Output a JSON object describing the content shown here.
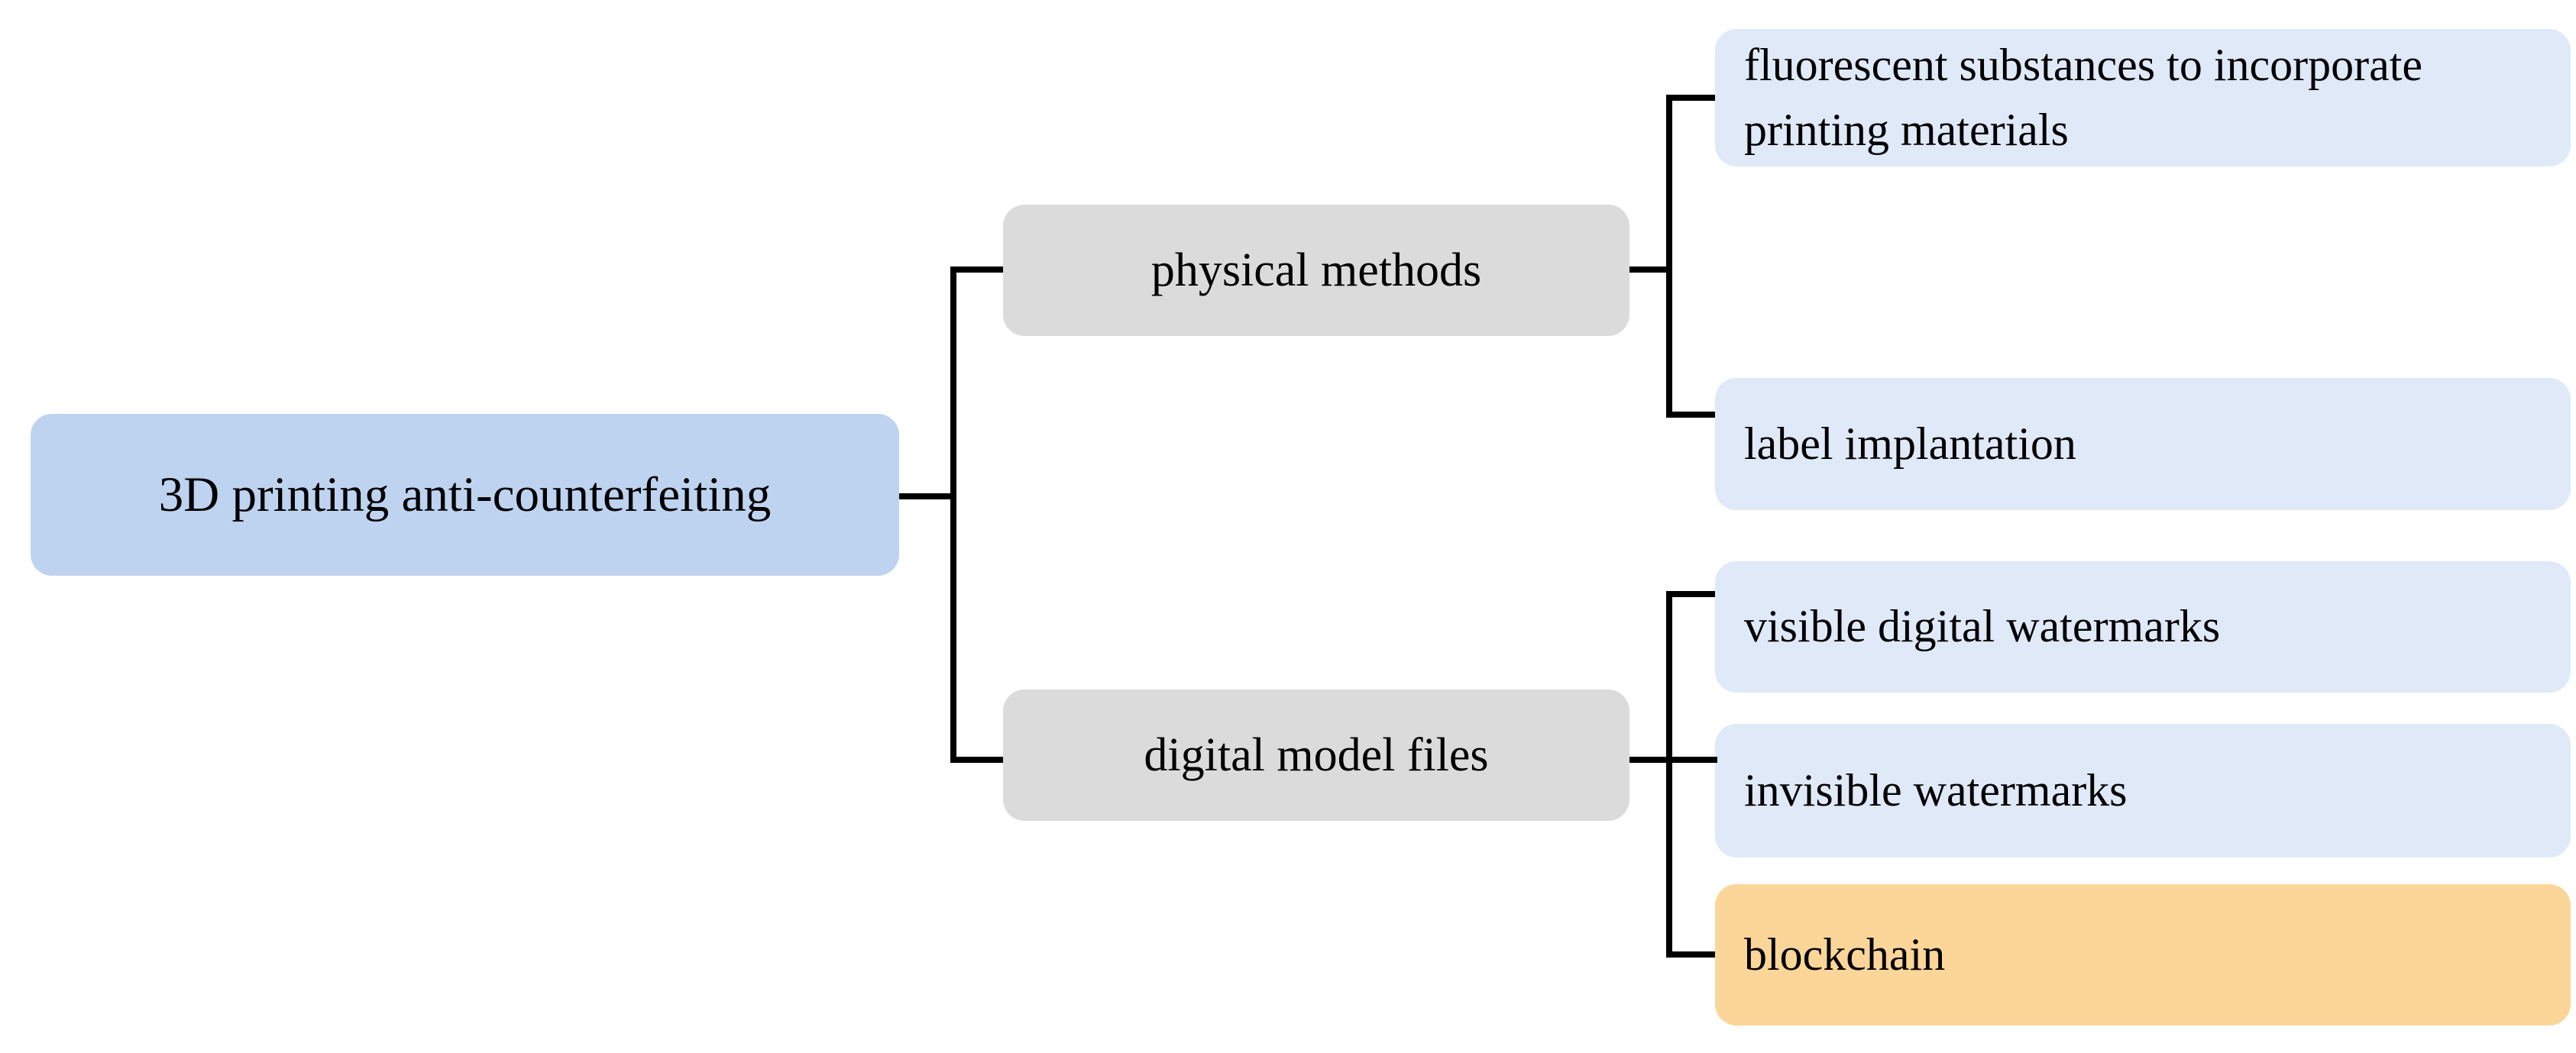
{
  "colors": {
    "root_fill": "#BED3F0",
    "branch_fill": "#DBDBDB",
    "leaf_fill": "#DFE9F8",
    "highlight_fill": "#FCD599",
    "line_color": "#000000",
    "text_color": "#000000"
  },
  "diagram": {
    "root": {
      "label": "3D printing anti-counterfeiting"
    },
    "branches": [
      {
        "label": "physical methods",
        "children": [
          {
            "label": "fluorescent substances to incorporate\nprinting materials"
          },
          {
            "label": "label implantation"
          }
        ]
      },
      {
        "label": "digital model files",
        "children": [
          {
            "label": "visible digital watermarks"
          },
          {
            "label": "invisible watermarks"
          },
          {
            "label": "blockchain"
          }
        ]
      }
    ]
  }
}
